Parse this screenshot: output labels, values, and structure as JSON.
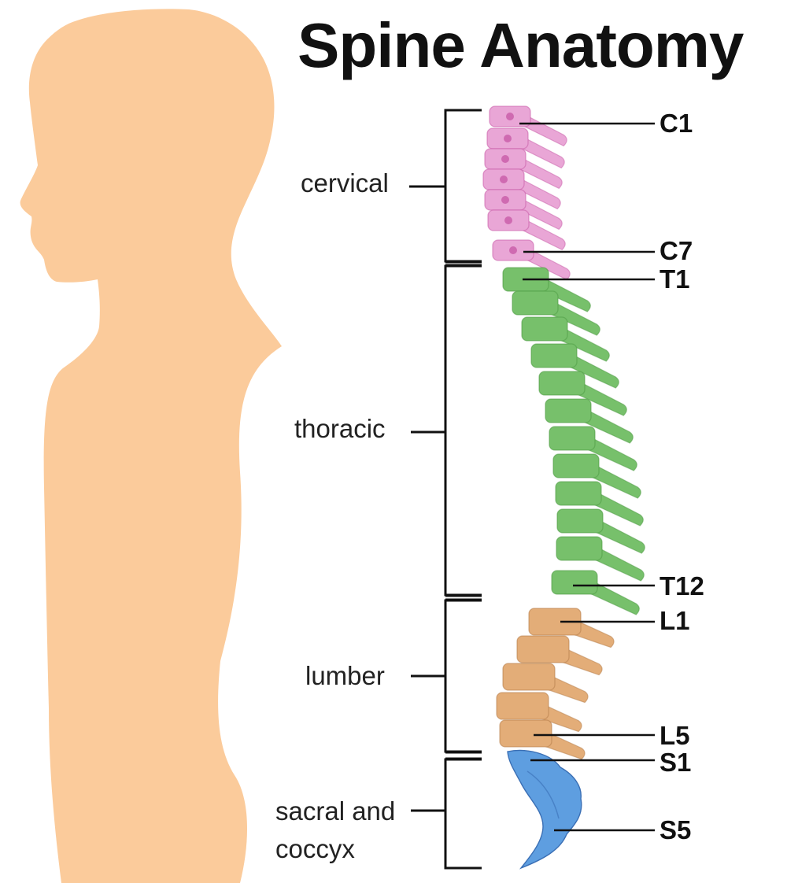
{
  "title": "Spine Anatomy",
  "colors": {
    "silhouette": "#FBCB9B",
    "cervical": "#E9A6D6",
    "cervical_dark": "#C85BA8",
    "thoracic": "#77C06B",
    "thoracic_dark": "#4E9A44",
    "lumbar": "#E3AD78",
    "lumbar_dark": "#B67E4A",
    "sacral": "#5E9EE0",
    "sacral_dark": "#3A6FB5",
    "line": "#111111"
  },
  "regions": [
    {
      "id": "cervical",
      "label": "cervical"
    },
    {
      "id": "thoracic",
      "label": "thoracic"
    },
    {
      "id": "lumbar",
      "label": "lumber"
    },
    {
      "id": "sacral",
      "label_line1": "sacral and",
      "label_line2": "coccyx"
    }
  ],
  "vertebra_labels": [
    "C1",
    "C7",
    "T1",
    "T12",
    "L1",
    "L5",
    "S1",
    "S5"
  ]
}
